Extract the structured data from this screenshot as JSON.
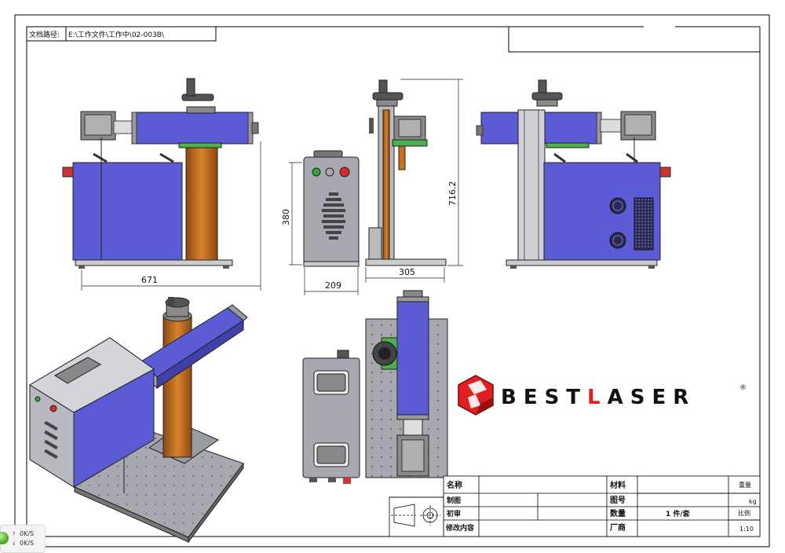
{
  "file_path": {
    "label": "文档路径:",
    "value": "E:\\工作文件\\工作中\\02-003B\\"
  },
  "dimensions": {
    "width_671": "671",
    "height_380": "380",
    "width_209": "209",
    "width_305": "305",
    "height_716": "716.2"
  },
  "brand": {
    "name_pre": "BEST",
    "name_mid": "L",
    "name_post": "ASER",
    "reg": "®"
  },
  "title_block": {
    "name_label": "名称",
    "material_label": "材料",
    "weight_label": "重量",
    "drawn_label": "制图",
    "drawing_no_label": "图号",
    "weight_unit": "kg",
    "review_label": "初审",
    "quantity_label": "数量",
    "quantity_value": "1 件/套",
    "scale_label": "比例",
    "revision_label": "修改内容",
    "maker_label": "厂商",
    "scale_value": "1:10"
  },
  "net_speed": {
    "up": "0K/S",
    "down": "0K/S",
    "up_icon": "arrow-up",
    "down_icon": "arrow-down"
  },
  "colors": {
    "body": "#5b5bd6",
    "column": "#c96f1e",
    "frame": "#a8a8b0",
    "brand_red": "#e02020",
    "green_button": "#2ea83a",
    "red_button": "#d42a2a",
    "support": "#4caf50"
  }
}
